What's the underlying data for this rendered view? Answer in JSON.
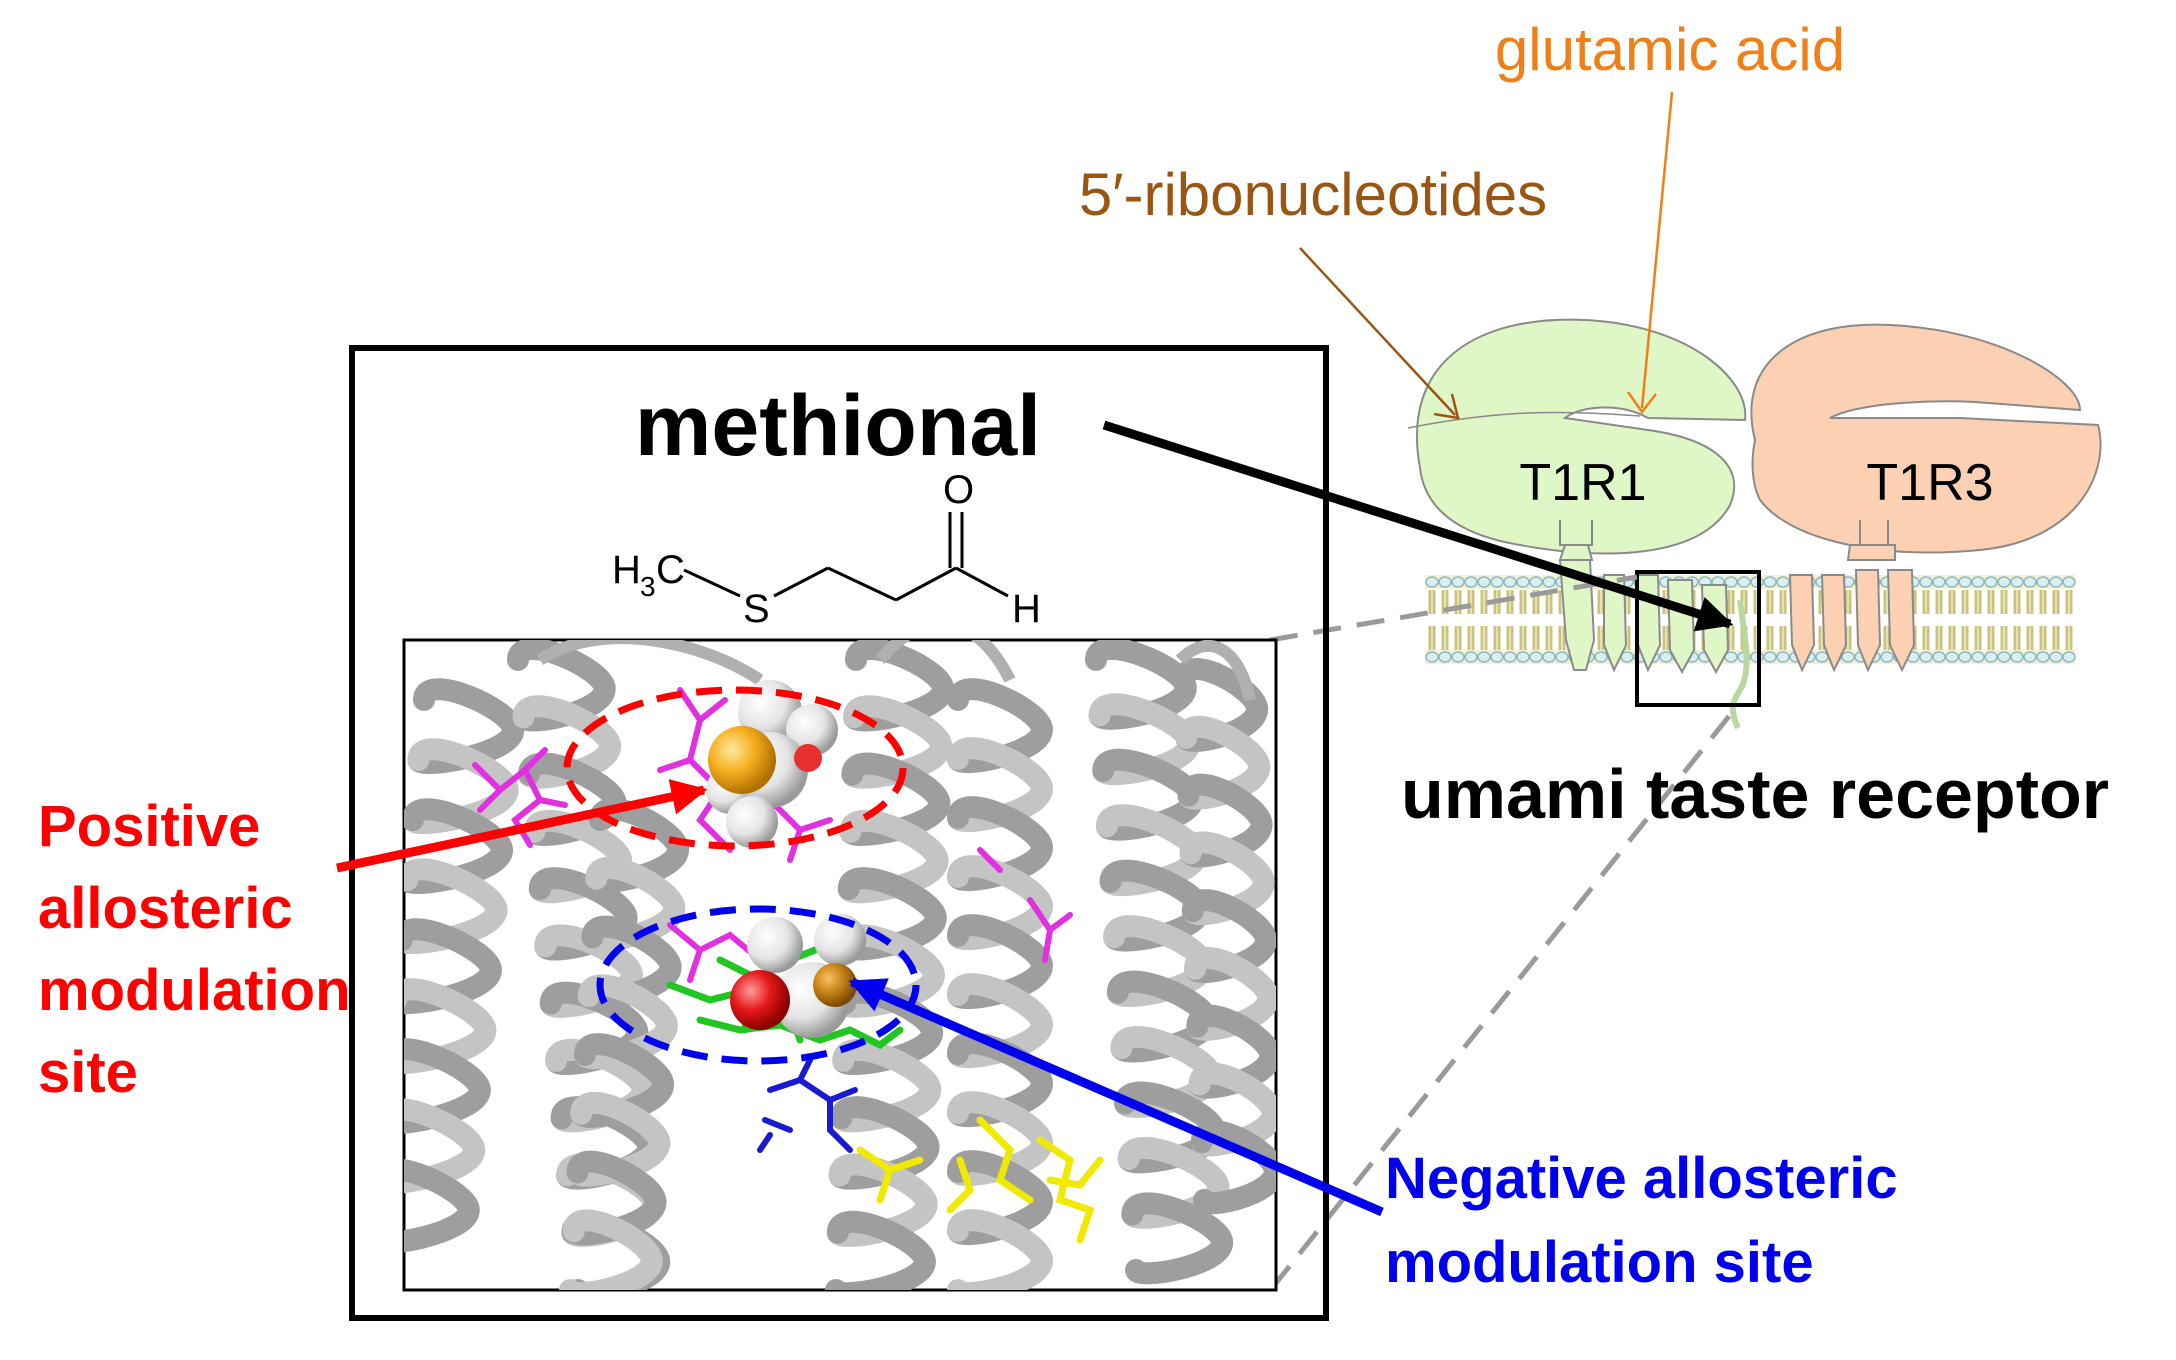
{
  "labels": {
    "glutamic_acid": "glutamic acid",
    "ribonucleotides": "5′-ribonucleotides",
    "t1r1": "T1R1",
    "t1r3": "T1R3",
    "methional": "methional",
    "umami": "umami taste receptor",
    "positive_site": [
      "Positive",
      "allosteric",
      "modulation",
      "site"
    ],
    "negative_site": [
      "Negative allosteric",
      "modulation site"
    ]
  },
  "structure": {
    "h": "H",
    "sub3": "3",
    "c": "C",
    "s": "S",
    "o": "O",
    "h_ald": "H"
  },
  "colors": {
    "glutamic_acid": "#f07f18",
    "ribonucleotides": "#9a5513",
    "t1r1_fill": "#dff6c6",
    "t1r3_fill": "#fbd0b3",
    "positive": "#ff0000",
    "negative": "#0000ee",
    "membrane": "#d6cf8c",
    "helix": "#b8b8b8"
  }
}
